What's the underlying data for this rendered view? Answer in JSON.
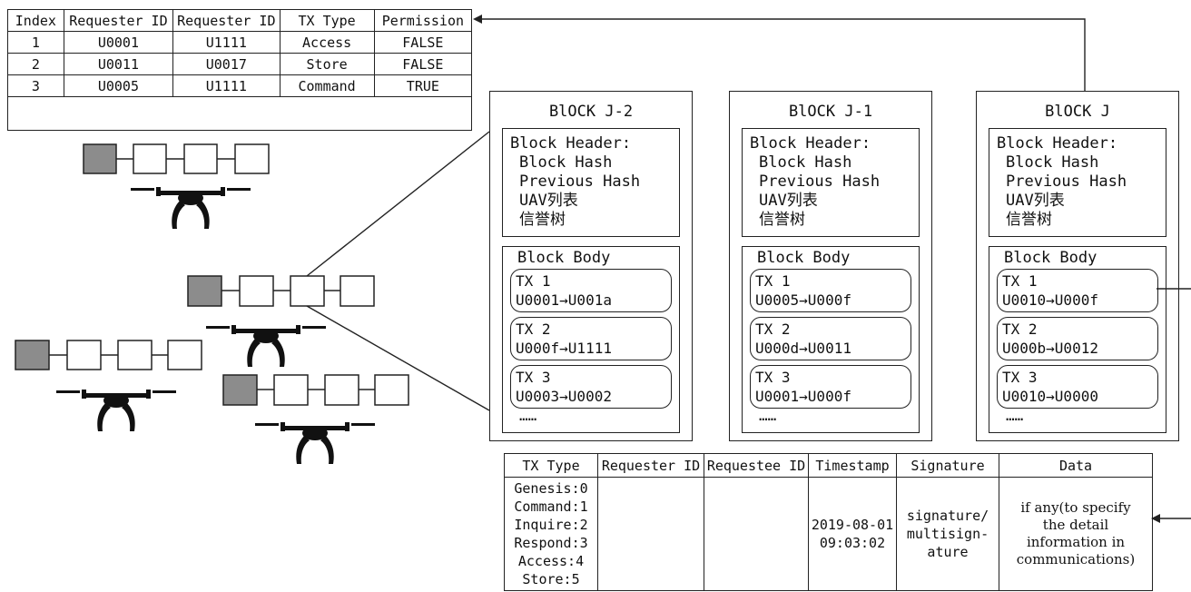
{
  "permission_table": {
    "headers": [
      "Index",
      "Requester ID",
      "Requester ID",
      "TX Type",
      "Permission"
    ],
    "rows": [
      [
        "1",
        "U0001",
        "U1111",
        "Access",
        "FALSE"
      ],
      [
        "2",
        "U0011",
        "U0017",
        "Store",
        "FALSE"
      ],
      [
        "3",
        "U0005",
        "U1111",
        "Command",
        "TRUE"
      ]
    ]
  },
  "blocks": [
    {
      "title": "BlOCK J-2",
      "header_label": "Block Header:",
      "header_items": [
        "Block Hash",
        "Previous Hash",
        "UAV列表",
        "信誉树"
      ],
      "body_label": "Block Body",
      "txs": [
        {
          "name": "TX 1",
          "flow": "U0001→U001a"
        },
        {
          "name": "TX 2",
          "flow": "U000f→U1111"
        },
        {
          "name": "TX 3",
          "flow": "U0003→U0002"
        }
      ],
      "more": "……"
    },
    {
      "title": "BlOCK J-1",
      "header_label": "Block Header:",
      "header_items": [
        "Block Hash",
        "Previous Hash",
        "UAV列表",
        "信誉树"
      ],
      "body_label": "Block Body",
      "txs": [
        {
          "name": "TX 1",
          "flow": "U0005→U000f"
        },
        {
          "name": "TX 2",
          "flow": "U000d→U0011"
        },
        {
          "name": "TX 3",
          "flow": "U0001→U000f"
        }
      ],
      "more": "……"
    },
    {
      "title": "BlOCK J",
      "header_label": "Block Header:",
      "header_items": [
        "Block Hash",
        "Previous Hash",
        "UAV列表",
        "信誉树"
      ],
      "body_label": "Block Body",
      "txs": [
        {
          "name": "TX 1",
          "flow": "U0010→U000f"
        },
        {
          "name": "TX 2",
          "flow": "U000b→U0012"
        },
        {
          "name": "TX 3",
          "flow": "U0010→U0000"
        }
      ],
      "more": "……"
    }
  ],
  "tx_table": {
    "headers": [
      "TX Type",
      "Requester ID",
      "Requestee ID",
      "Timestamp",
      "Signature",
      "Data"
    ],
    "types": [
      "Genesis:0",
      "Command:1",
      "Inquire:2",
      "Respond:3",
      "Access:4",
      "Store:5"
    ],
    "timestamp": [
      "2019-08-01",
      "09:03:02"
    ],
    "signature": [
      "signature/",
      "multisign-",
      "ature"
    ],
    "data": [
      "if any(to specify",
      "the detail",
      "information in",
      "communications)"
    ]
  },
  "colors": {
    "line": "#222222",
    "chain_head": "#8c8c8c",
    "drone": "#111111"
  }
}
